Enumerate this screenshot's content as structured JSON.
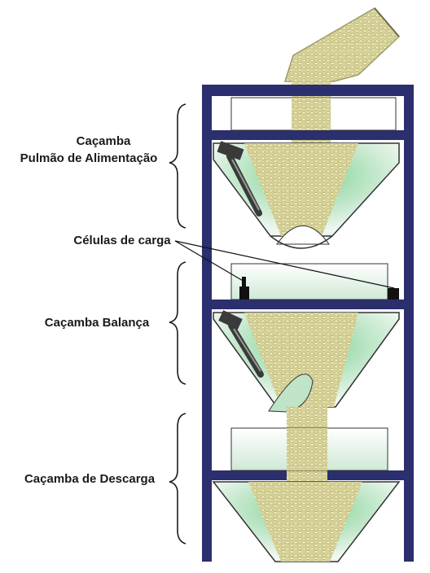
{
  "labels": {
    "pulmao_line1": "Caçamba",
    "pulmao_line2": "Pulmão de Alimentação",
    "celulas": "Células de carga",
    "balanca": "Caçamba Balança",
    "descarga": "Caçamba de Descarga"
  },
  "colors": {
    "frame": "#2b2f6e",
    "hopper_fill": "#dfeee4",
    "hopper_glow": "#7ccf90",
    "grain": "#d8d49a",
    "grain_dark": "#a8a266",
    "brace": "#1a1a1a",
    "actuator": "#3a3a3a"
  }
}
